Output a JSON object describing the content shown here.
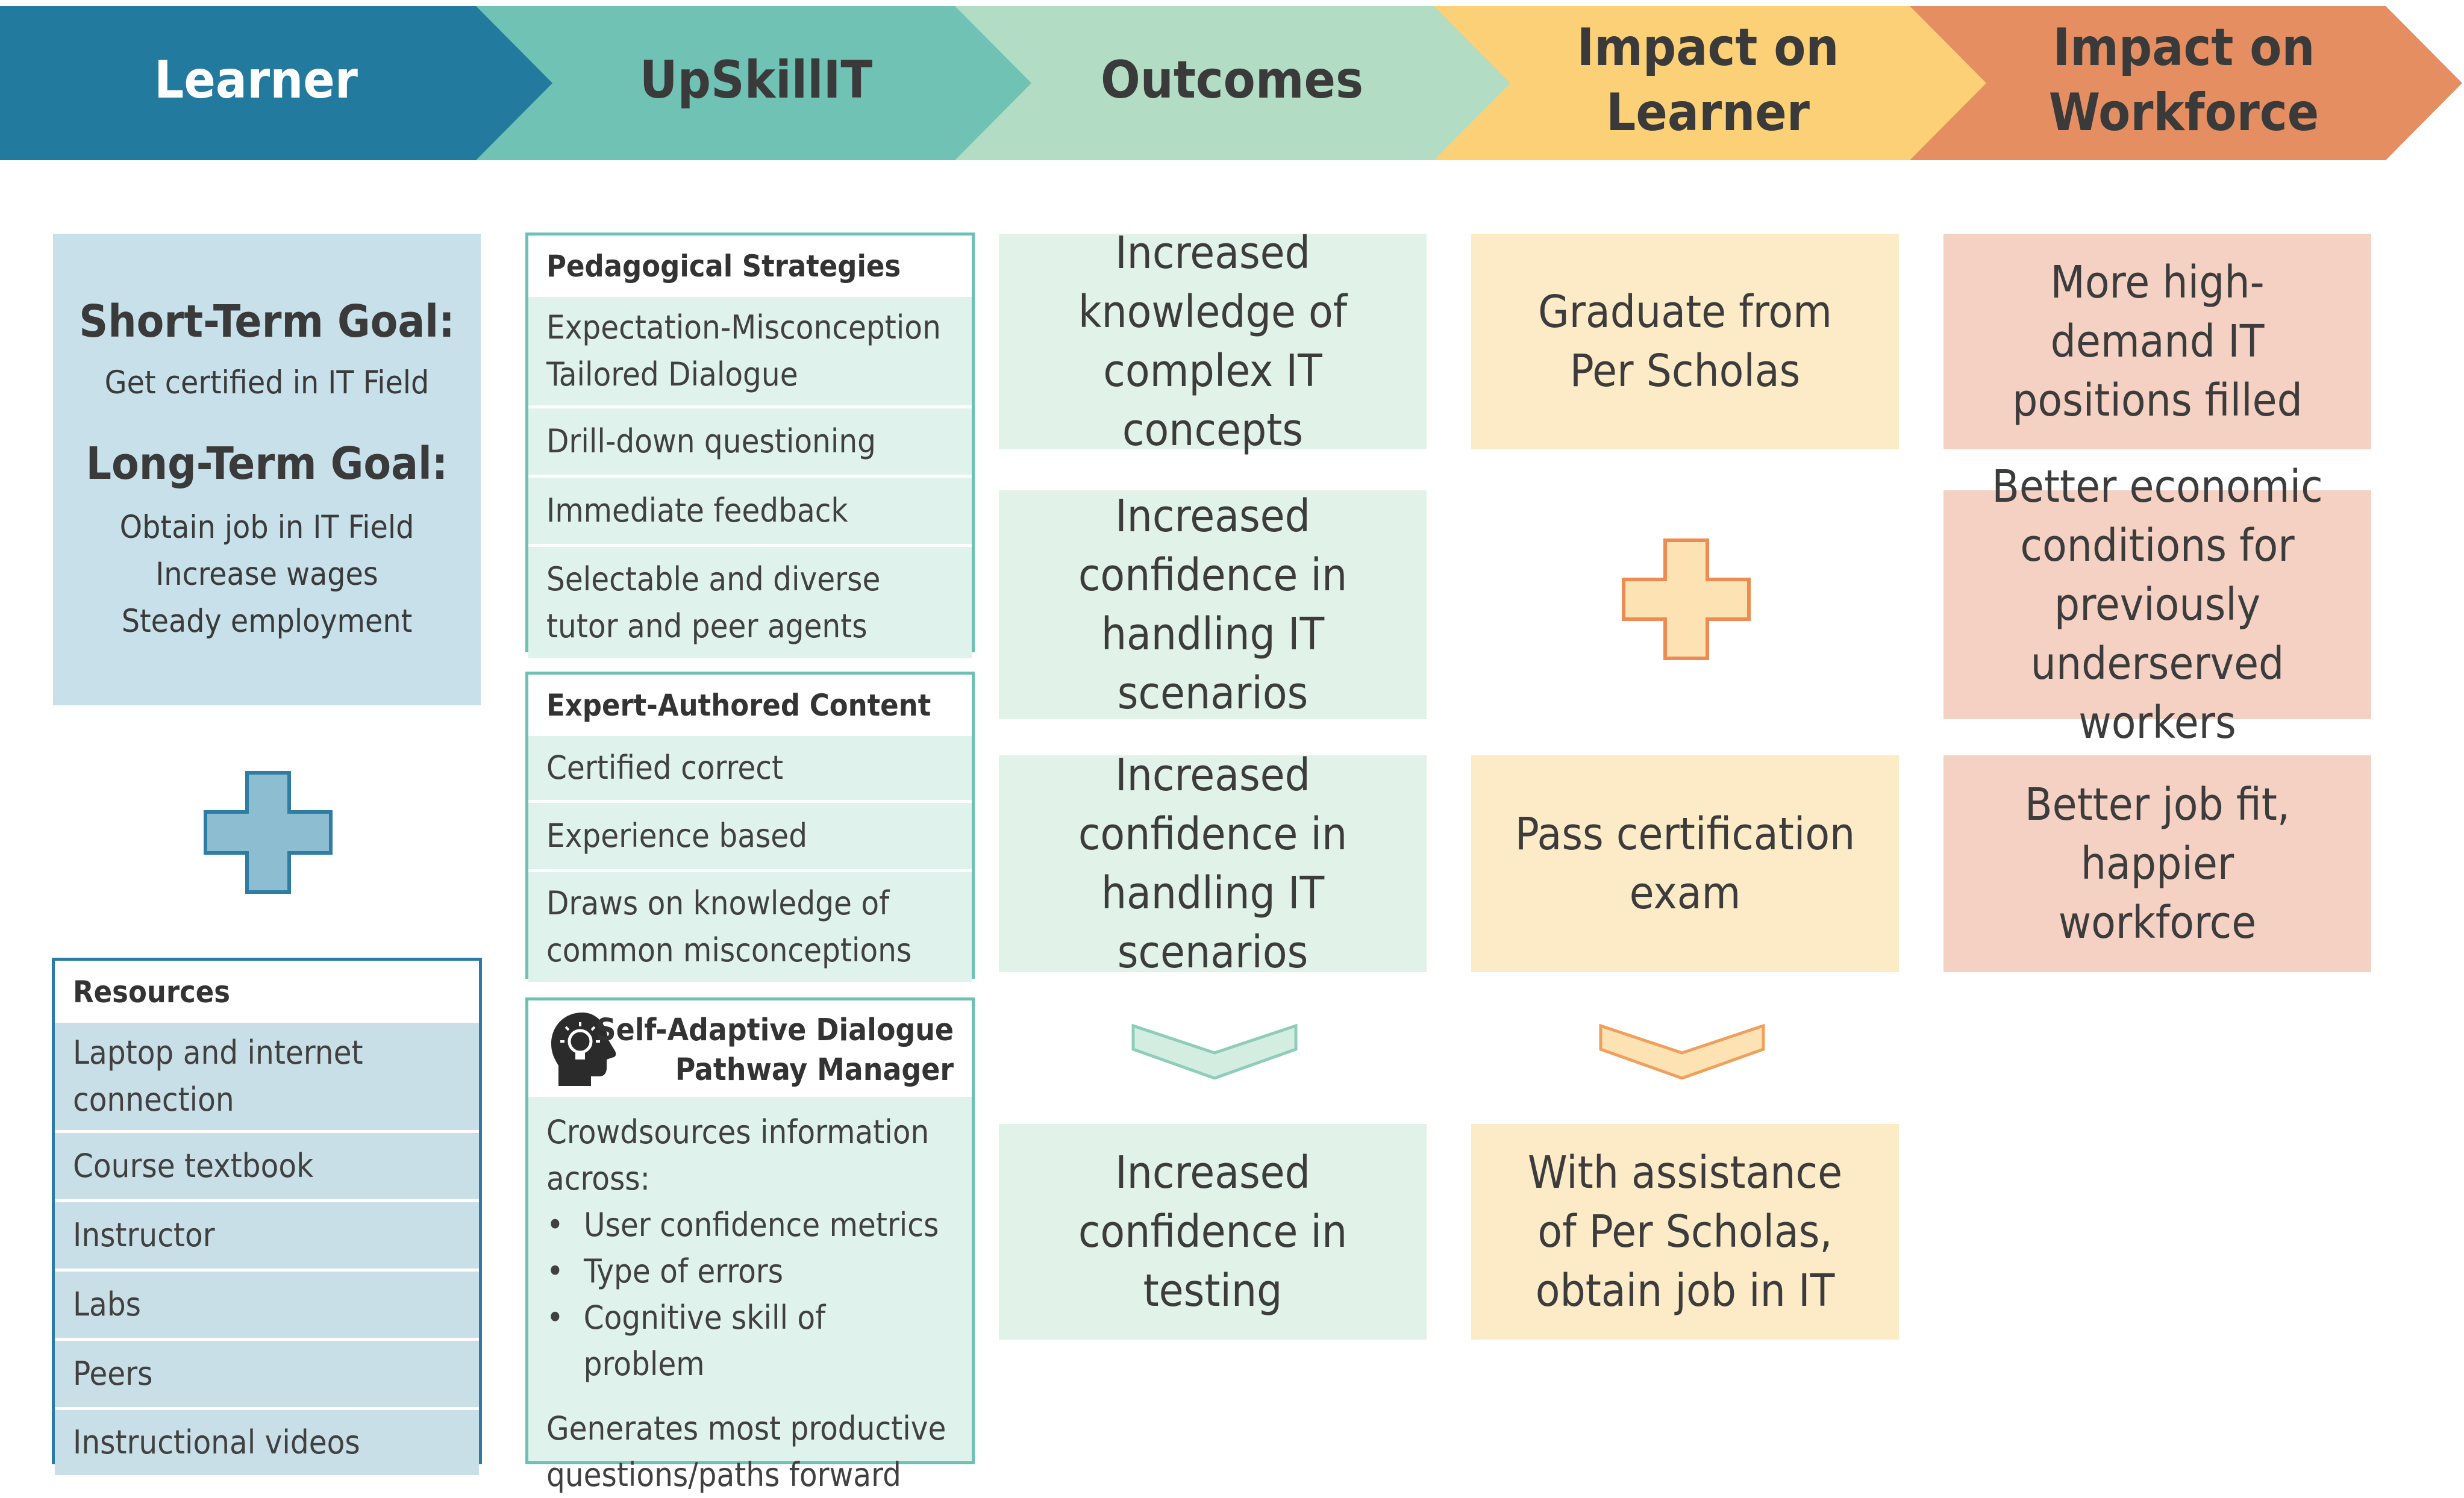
{
  "header": {
    "stages": [
      "Learner",
      "UpSkillIT",
      "Outcomes",
      "Impact on\nLearner",
      "Impact on\nWorkforce"
    ],
    "colors": [
      "#237a9f",
      "#6fc2b4",
      "#b2dcc3",
      "#fcd076",
      "#e58e61"
    ]
  },
  "learner": {
    "short_term_heading": "Short-Term Goal:",
    "short_term_text": "Get certified in IT Field",
    "long_term_heading": "Long-Term Goal:",
    "long_term_items": [
      "Obtain job in IT Field",
      "Increase wages",
      "Steady employment"
    ],
    "resources_heading": "Resources",
    "resources": [
      "Laptop and internet connection",
      "Course textbook",
      "Instructor",
      "Labs",
      "Peers",
      "Instructional videos"
    ]
  },
  "upskillit": {
    "pedagogical_heading": "Pedagogical Strategies",
    "pedagogical": [
      "Expectation-Misconception Tailored Dialogue",
      "Drill-down questioning",
      "Immediate feedback",
      "Selectable and diverse tutor and peer agents"
    ],
    "expert_heading": "Expert-Authored Content",
    "expert": [
      "Certified correct",
      "Experience based",
      "Draws on knowledge of common misconceptions"
    ],
    "manager_heading_1": "Self-Adaptive Dialogue",
    "manager_heading_2": "Pathway Manager",
    "manager_intro": "Crowdsources information across:",
    "manager_bullets": [
      "User confidence metrics",
      "Type of errors",
      "Cognitive skill of problem"
    ],
    "manager_outro": "Generates most productive questions/paths forward",
    "manager_icon": "head-lightbulb-icon"
  },
  "outcomes": [
    "Increased knowledge of complex IT concepts",
    "Increased confidence in handling IT scenarios",
    "Increased confidence in handling IT scenarios",
    "Increased confidence in testing"
  ],
  "impact_learner": [
    "Graduate from Per Scholas",
    "Pass certification exam",
    "With assistance of Per Scholas, obtain job in IT"
  ],
  "impact_workforce": [
    "More high-demand IT positions filled",
    "Better economic conditions for previously underserved workers",
    "Better job fit, happier workforce"
  ],
  "icons": [
    "plus-icon",
    "chevron-down-icon",
    "head-lightbulb-icon"
  ]
}
